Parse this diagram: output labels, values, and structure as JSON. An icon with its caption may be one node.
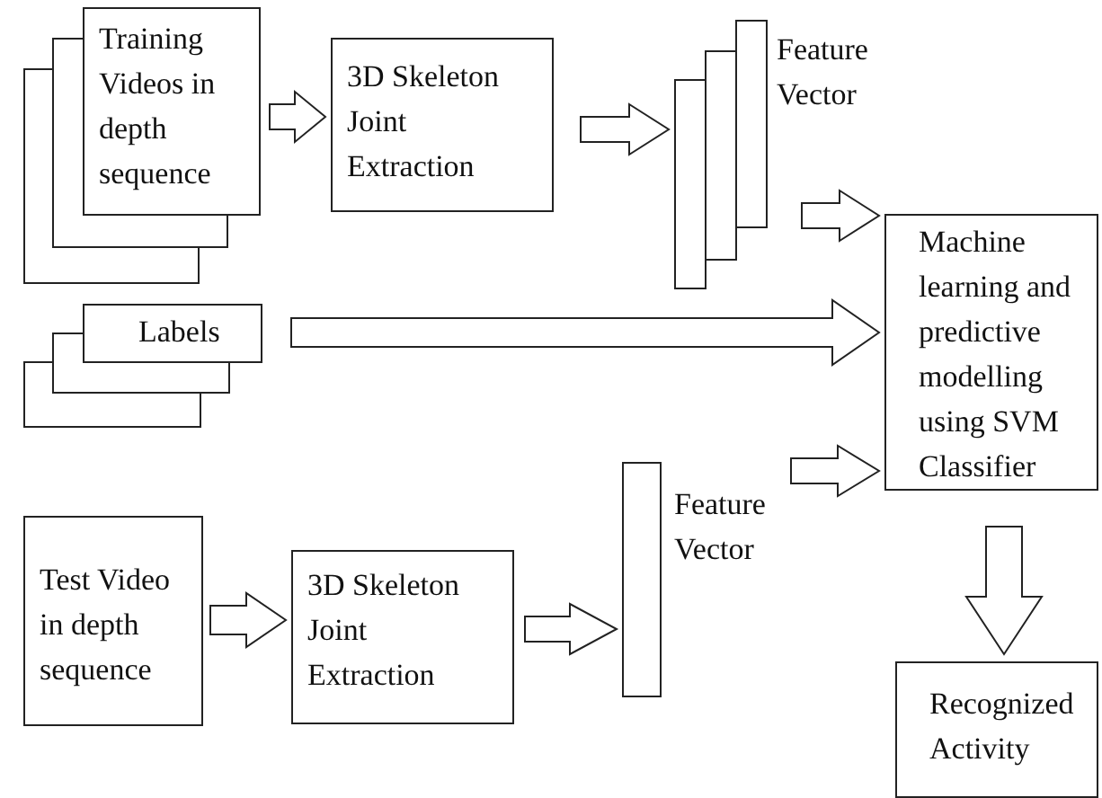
{
  "diagram": {
    "nodes": [
      {
        "text": [
          "Training Videos in depth sequence"
        ]
      },
      {
        "text": [
          "3D Skeleton Joint Extraction"
        ]
      },
      {
        "text": [],
        "shape": "bar",
        "beside": [
          "Feature Vector"
        ]
      },
      {
        "text": [
          "Labels"
        ]
      },
      {
        "text": [
          "Machine learning and predictive modelling using SVM Classifier"
        ]
      },
      {
        "text": [
          "Test Video in depth sequence"
        ]
      },
      {
        "text": [
          "3D Skeleton Joint Extraction"
        ]
      },
      {
        "text": [],
        "shape": "bar",
        "beside": [
          "Feature Vector"
        ]
      },
      {
        "text": [
          "Recognized Activity"
        ]
      }
    ],
    "edges": [
      {
        "from": 0,
        "to": 1,
        "arrow": "to"
      },
      {
        "from": 1,
        "to": 2,
        "arrow": "to"
      },
      {
        "from": 2,
        "to": 4,
        "arrow": "to"
      },
      {
        "from": 3,
        "to": 4,
        "arrow": "to"
      },
      {
        "from": 5,
        "to": 6,
        "arrow": "to"
      },
      {
        "from": 6,
        "to": 7,
        "arrow": "to"
      },
      {
        "from": 7,
        "to": 4,
        "arrow": "to"
      },
      {
        "from": 4,
        "to": 8,
        "arrow": "to"
      }
    ]
  }
}
